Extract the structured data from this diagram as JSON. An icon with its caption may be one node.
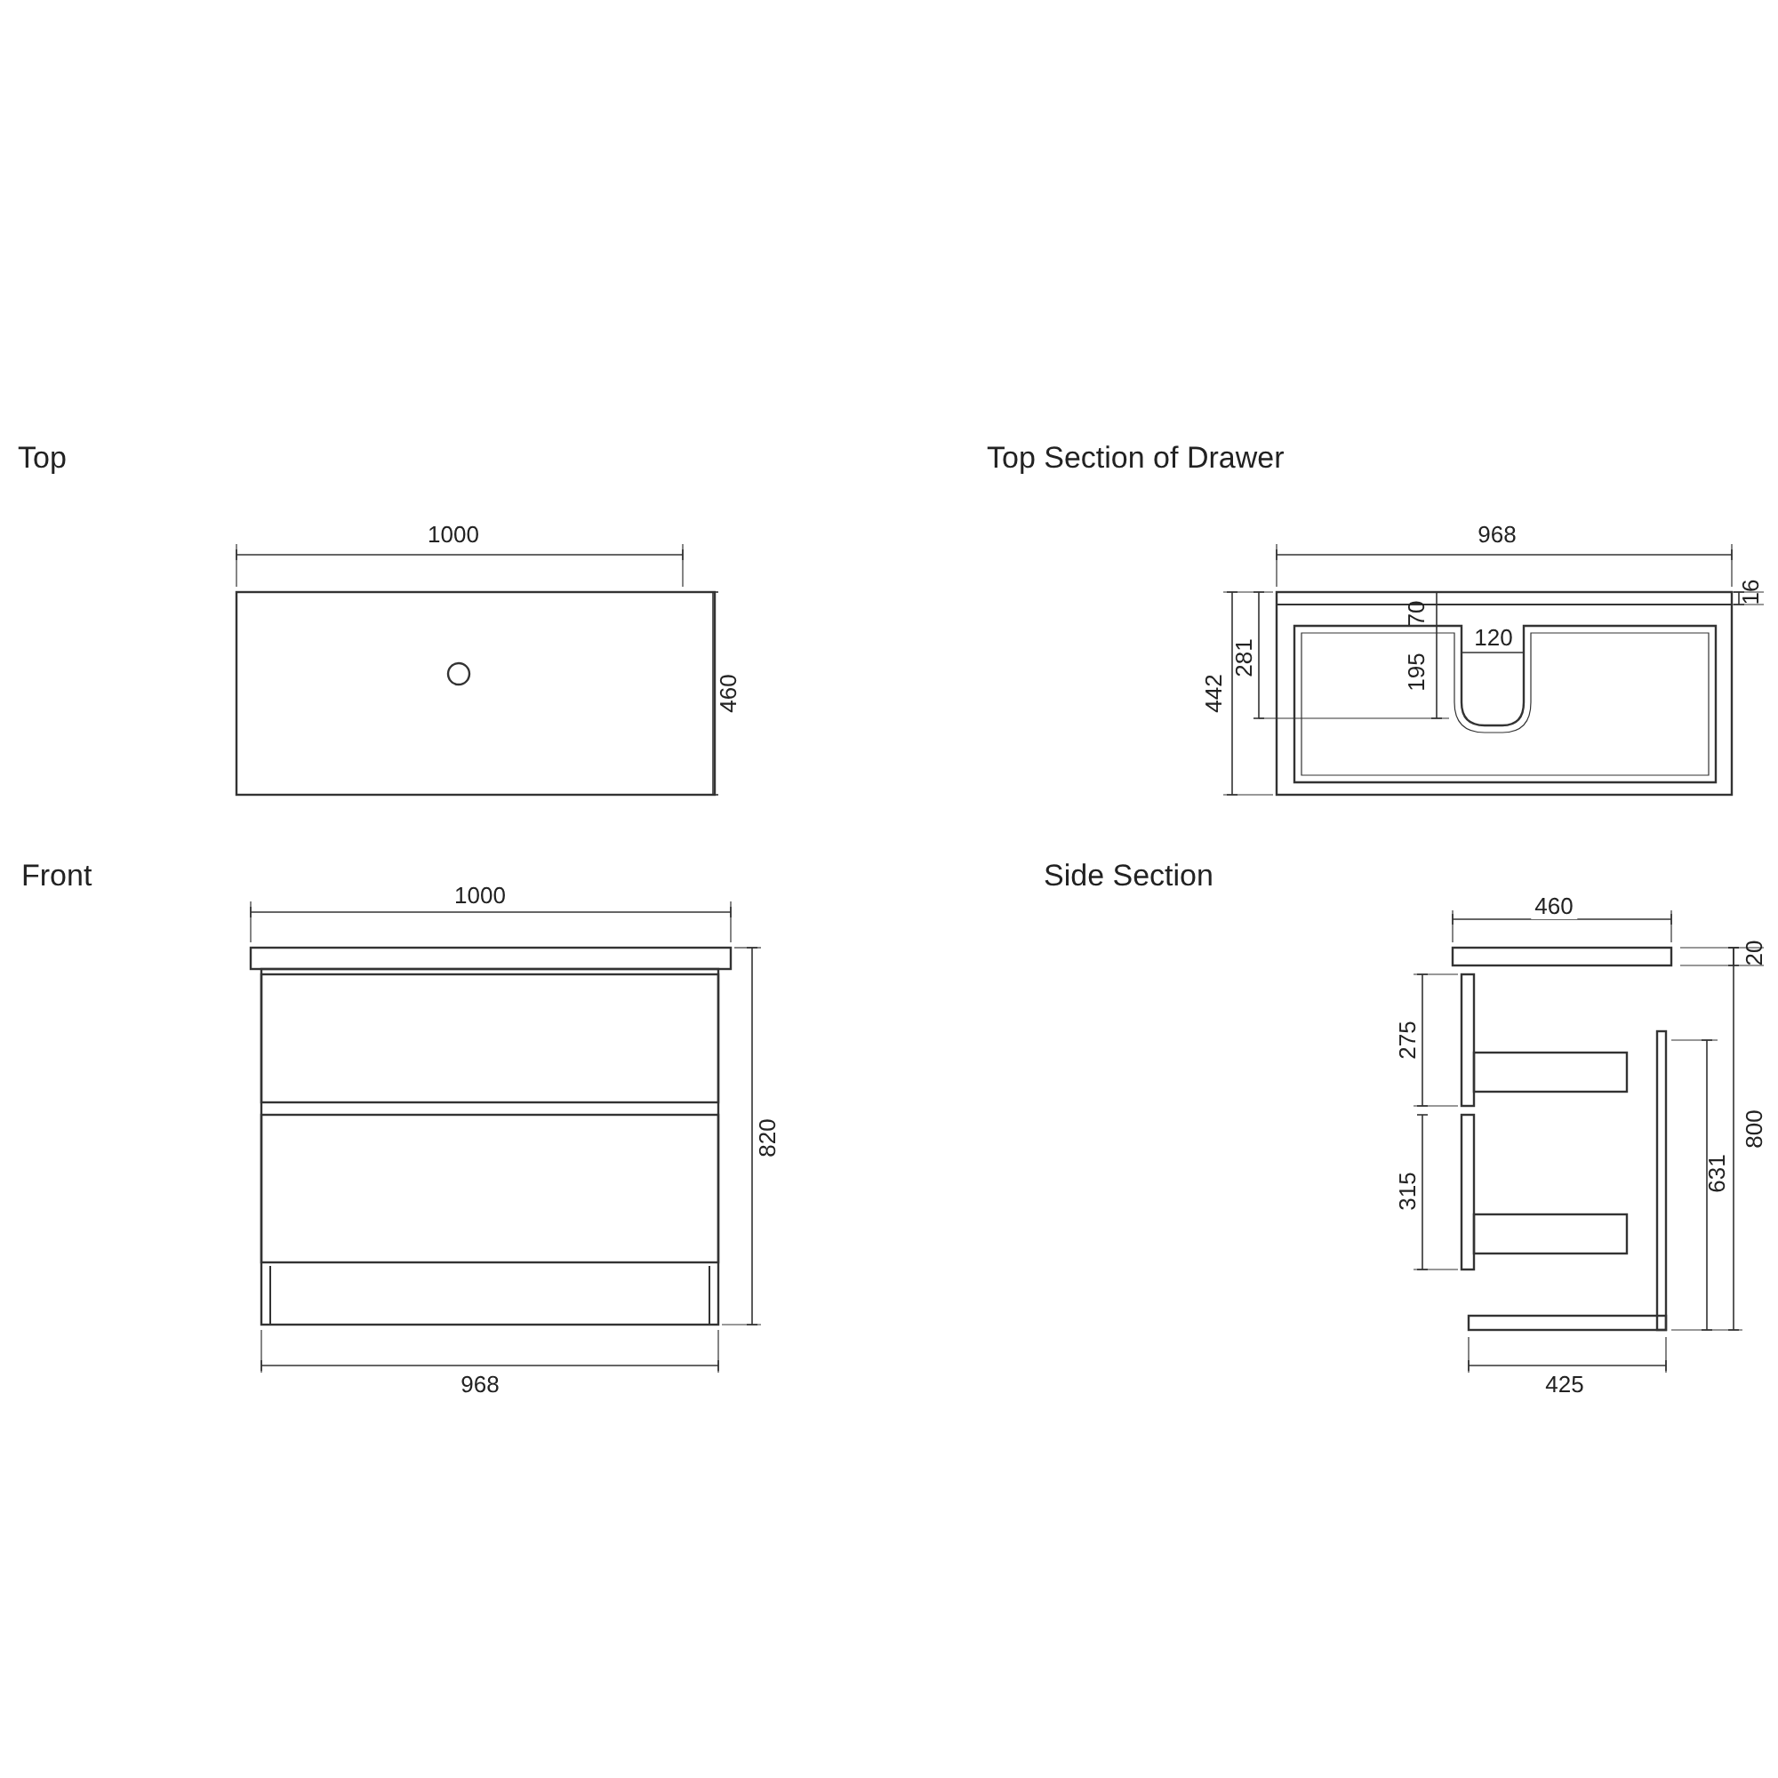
{
  "diagram": {
    "labels": [
      "Top",
      "Top Section of Drawer",
      "1000",
      "460",
      "968",
      "16",
      "70",
      "120",
      "442",
      "281",
      "195",
      "Front",
      "Side Section",
      "1000",
      "460",
      "20",
      "275",
      "820",
      "800",
      "315",
      "631",
      "968",
      "425"
    ]
  }
}
